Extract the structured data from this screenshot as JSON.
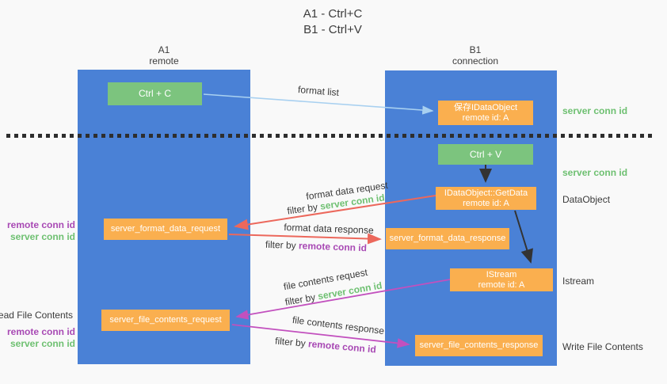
{
  "title": {
    "line1": "A1 - Ctrl+C",
    "line2": "B1 - Ctrl+V"
  },
  "lanes": {
    "a1": {
      "name": "A1",
      "role": "remote"
    },
    "b1": {
      "name": "B1",
      "role": "connection"
    }
  },
  "nodes": {
    "ctrl_c": {
      "label": "Ctrl + C"
    },
    "save_dataobject": {
      "line1": "保存IDataObject",
      "line2": "remote id: A"
    },
    "ctrl_v": {
      "label": "Ctrl + V"
    },
    "getdata": {
      "line1": "IDataObject::GetData",
      "line2": "remote id: A"
    },
    "format_request": {
      "label": "server_format_data_request"
    },
    "format_response": {
      "label": "server_format_data_response"
    },
    "istream": {
      "line1": "IStream",
      "line2": "remote id: A"
    },
    "file_request": {
      "label": "server_file_contents_request"
    },
    "file_response": {
      "label": "server_file_contents_response"
    }
  },
  "edges": {
    "format_list": {
      "label": "format list"
    },
    "format_request": {
      "line1": "format data request",
      "filter_prefix": "filter by",
      "filter_key": "server conn id"
    },
    "format_response": {
      "line1": "format data response",
      "filter_prefix": "filter by",
      "filter_key": "remote conn id"
    },
    "file_request": {
      "line1": "file contents request",
      "filter_prefix": "filter by",
      "filter_key": "server conn id"
    },
    "file_response": {
      "line1": "file contents response",
      "filter_prefix": "filter by",
      "filter_key": "remote conn id"
    }
  },
  "annotations": {
    "left": {
      "format_remote": "remote conn id",
      "format_server": "server conn id",
      "read_file": "Read File Contents",
      "file_remote": "remote conn id",
      "file_server": "server conn id"
    },
    "right": {
      "server_conn_top": "server conn id",
      "server_conn_mid": "server conn id",
      "dataobject": "DataObject",
      "istream": "Istream",
      "write_file": "Write File Contents"
    }
  },
  "colors": {
    "lane_blue": "#4a81d6",
    "box_green": "#7cc47e",
    "box_orange": "#faaf4f",
    "arrow_light_blue": "#a8d0f0",
    "arrow_red": "#ec685c",
    "arrow_magenta": "#c250be",
    "arrow_black": "#333333",
    "text_green": "#6ec071",
    "text_purple": "#a849b4",
    "background": "#f9f9f9"
  }
}
